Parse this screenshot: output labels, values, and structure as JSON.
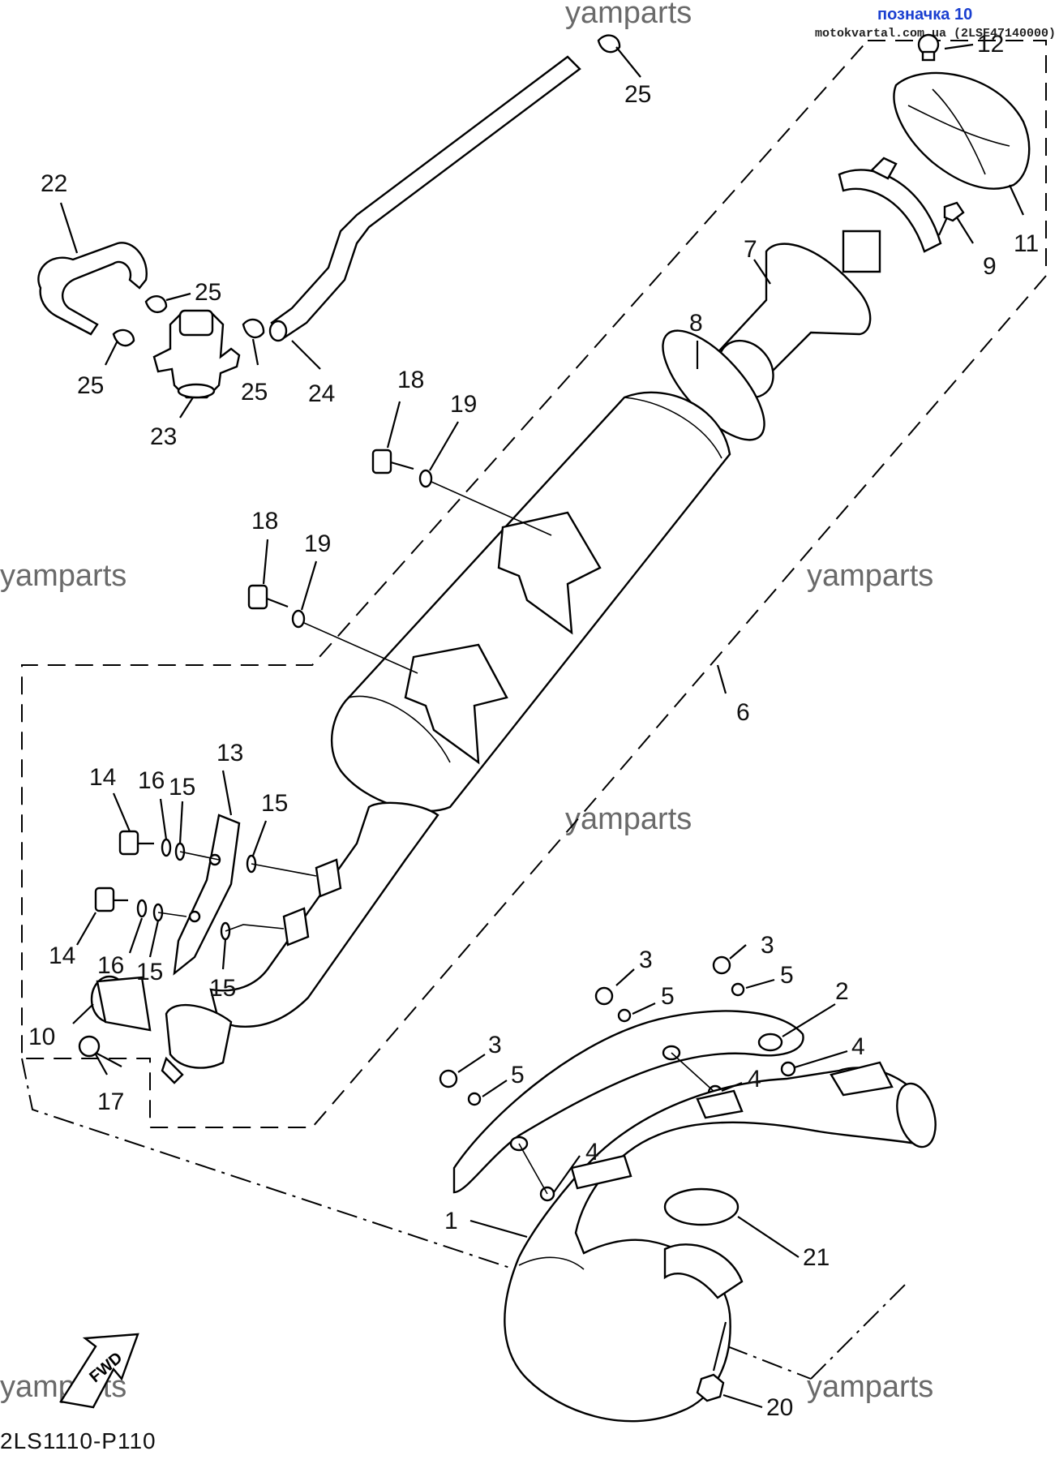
{
  "header": {
    "marker": "позначка 10",
    "site": "motokvartal.com.ua (2LSE47140000)"
  },
  "watermark": "yamparts",
  "diagram_code": "2LS1110-P110",
  "fwd_label": "FWD",
  "callouts": {
    "c1": "1",
    "c2": "2",
    "c3a": "3",
    "c3b": "3",
    "c3c": "3",
    "c4a": "4",
    "c4b": "4",
    "c4c": "4",
    "c5a": "5",
    "c5b": "5",
    "c5c": "5",
    "c6": "6",
    "c7": "7",
    "c8": "8",
    "c9": "9",
    "c10": "10",
    "c11": "11",
    "c12": "12",
    "c13": "13",
    "c14a": "14",
    "c14b": "14",
    "c15a": "15",
    "c15b": "15",
    "c15c": "15",
    "c15d": "15",
    "c16a": "16",
    "c16b": "16",
    "c17": "17",
    "c18a": "18",
    "c18b": "18",
    "c19a": "19",
    "c19b": "19",
    "c20": "20",
    "c21": "21",
    "c22": "22",
    "c23": "23",
    "c24": "24",
    "c25a": "25",
    "c25b": "25",
    "c25c": "25",
    "c25d": "25"
  }
}
